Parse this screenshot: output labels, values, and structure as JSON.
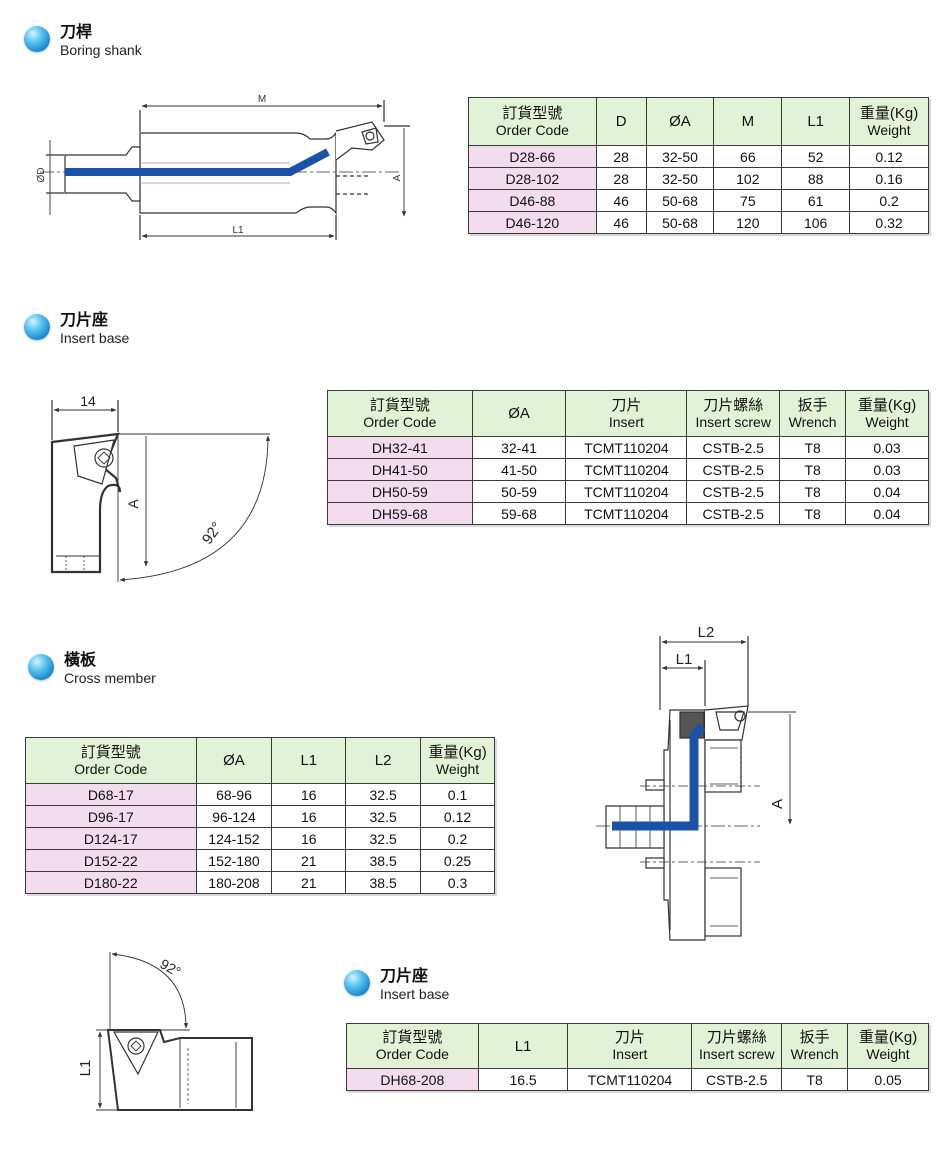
{
  "sections": {
    "boring_shank": {
      "title": "刀桿",
      "subtitle": "Boring shank"
    },
    "insert_base_1": {
      "title": "刀片座",
      "subtitle": "Insert base"
    },
    "cross_member": {
      "title": "橫板",
      "subtitle": "Cross member"
    },
    "insert_base_2": {
      "title": "刀片座",
      "subtitle": "Insert base"
    }
  },
  "drawings": {
    "shank": {
      "m": "M",
      "l1": "L1",
      "d": "ØD",
      "a": "A"
    },
    "insert1": {
      "w14": "14",
      "a": "A",
      "angle": "92°"
    },
    "cross": {
      "l2": "L2",
      "l1": "L1",
      "a": "A"
    },
    "insert2": {
      "angle": "92°",
      "l1": "L1"
    }
  },
  "tables": {
    "shank": {
      "headers": [
        {
          "zh": "訂貨型號",
          "en": "Order Code"
        },
        {
          "zh": "D",
          "en": ""
        },
        {
          "zh": "ØA",
          "en": ""
        },
        {
          "zh": "M",
          "en": ""
        },
        {
          "zh": "L1",
          "en": ""
        },
        {
          "zh": "重量(Kg)",
          "en": "Weight"
        }
      ],
      "rows": [
        [
          "D28-66",
          "28",
          "32-50",
          "66",
          "52",
          "0.12"
        ],
        [
          "D28-102",
          "28",
          "32-50",
          "102",
          "88",
          "0.16"
        ],
        [
          "D46-88",
          "46",
          "50-68",
          "75",
          "61",
          "0.2"
        ],
        [
          "D46-120",
          "46",
          "50-68",
          "120",
          "106",
          "0.32"
        ]
      ]
    },
    "insert1": {
      "headers": [
        {
          "zh": "訂貨型號",
          "en": "Order Code"
        },
        {
          "zh": "ØA",
          "en": ""
        },
        {
          "zh": "刀片",
          "en": "Insert"
        },
        {
          "zh": "刀片螺絲",
          "en": "Insert screw"
        },
        {
          "zh": "扳手",
          "en": "Wrench"
        },
        {
          "zh": "重量(Kg)",
          "en": "Weight"
        }
      ],
      "rows": [
        [
          "DH32-41",
          "32-41",
          "TCMT110204",
          "CSTB-2.5",
          "T8",
          "0.03"
        ],
        [
          "DH41-50",
          "41-50",
          "TCMT110204",
          "CSTB-2.5",
          "T8",
          "0.03"
        ],
        [
          "DH50-59",
          "50-59",
          "TCMT110204",
          "CSTB-2.5",
          "T8",
          "0.04"
        ],
        [
          "DH59-68",
          "59-68",
          "TCMT110204",
          "CSTB-2.5",
          "T8",
          "0.04"
        ]
      ]
    },
    "cross": {
      "headers": [
        {
          "zh": "訂貨型號",
          "en": "Order Code"
        },
        {
          "zh": "ØA",
          "en": ""
        },
        {
          "zh": "L1",
          "en": ""
        },
        {
          "zh": "L2",
          "en": ""
        },
        {
          "zh": "重量(Kg)",
          "en": "Weight"
        }
      ],
      "rows": [
        [
          "D68-17",
          "68-96",
          "16",
          "32.5",
          "0.1"
        ],
        [
          "D96-17",
          "96-124",
          "16",
          "32.5",
          "0.12"
        ],
        [
          "D124-17",
          "124-152",
          "16",
          "32.5",
          "0.2"
        ],
        [
          "D152-22",
          "152-180",
          "21",
          "38.5",
          "0.25"
        ],
        [
          "D180-22",
          "180-208",
          "21",
          "38.5",
          "0.3"
        ]
      ]
    },
    "insert2": {
      "headers": [
        {
          "zh": "訂貨型號",
          "en": "Order Code"
        },
        {
          "zh": "L1",
          "en": ""
        },
        {
          "zh": "刀片",
          "en": "Insert"
        },
        {
          "zh": "刀片螺絲",
          "en": "Insert screw"
        },
        {
          "zh": "扳手",
          "en": "Wrench"
        },
        {
          "zh": "重量(Kg)",
          "en": "Weight"
        }
      ],
      "rows": [
        [
          "DH68-208",
          "16.5",
          "TCMT110204",
          "CSTB-2.5",
          "T8",
          "0.05"
        ]
      ]
    }
  },
  "colors": {
    "accent_blue": "#1a52a8",
    "header_green": "#e2f2d6",
    "code_pink": "#f2dcee"
  }
}
